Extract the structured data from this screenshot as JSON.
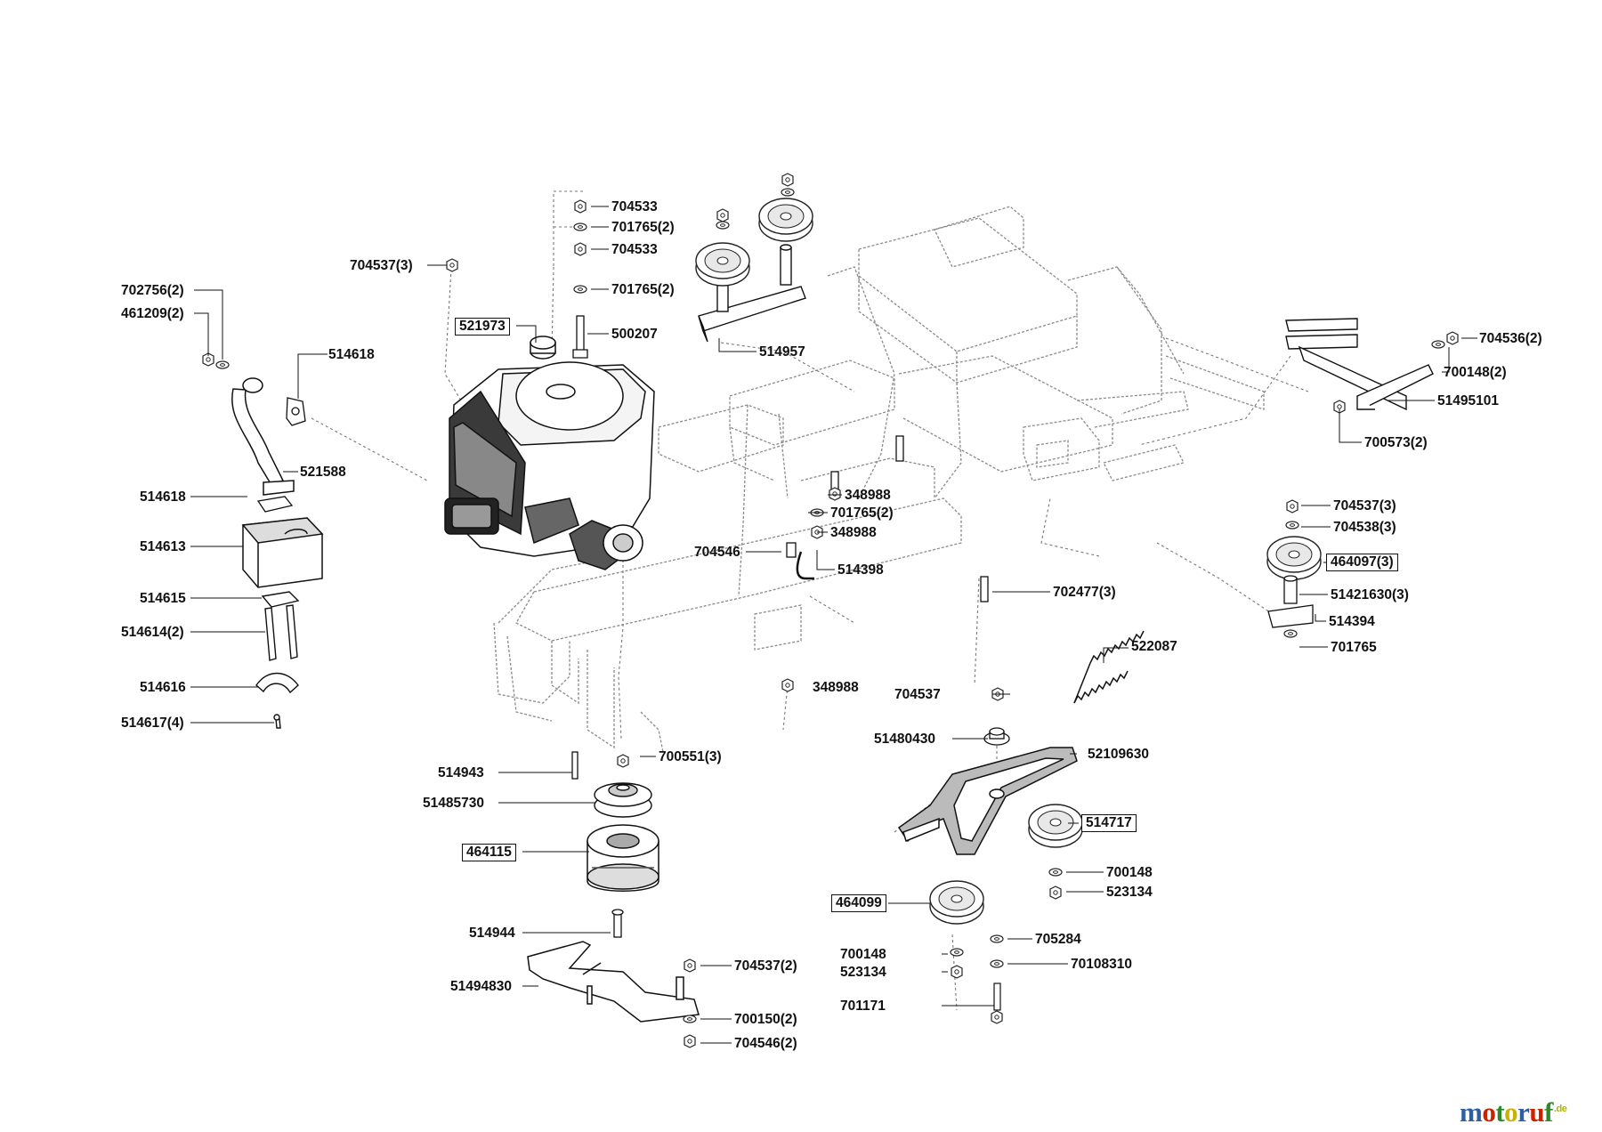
{
  "labels": [
    {
      "id": "l704533a",
      "text": "704533"
    },
    {
      "id": "l701765b",
      "text": "701765(2)"
    },
    {
      "id": "l704533c",
      "text": "704533"
    },
    {
      "id": "l704537_3a",
      "text": "704537(3)"
    },
    {
      "id": "l701765d",
      "text": "701765(2)"
    },
    {
      "id": "l702756",
      "text": "702756(2)"
    },
    {
      "id": "l461209",
      "text": "461209(2)"
    },
    {
      "id": "l521973",
      "text": "521973"
    },
    {
      "id": "l500207",
      "text": "500207"
    },
    {
      "id": "l514957",
      "text": "514957"
    },
    {
      "id": "l514618a",
      "text": "514618"
    },
    {
      "id": "l704536",
      "text": "704536(2)"
    },
    {
      "id": "l700148_2",
      "text": "700148(2)"
    },
    {
      "id": "l51495101",
      "text": "51495101"
    },
    {
      "id": "l700573",
      "text": "700573(2)"
    },
    {
      "id": "l521588",
      "text": "521588"
    },
    {
      "id": "l514618b",
      "text": "514618"
    },
    {
      "id": "l348988a",
      "text": "348988"
    },
    {
      "id": "l701765e",
      "text": "701765(2)"
    },
    {
      "id": "l348988b",
      "text": "348988"
    },
    {
      "id": "l704537_3b",
      "text": "704537(3)"
    },
    {
      "id": "l704538",
      "text": "704538(3)"
    },
    {
      "id": "l514613",
      "text": "514613"
    },
    {
      "id": "l704546",
      "text": "704546"
    },
    {
      "id": "l514398",
      "text": "514398"
    },
    {
      "id": "l464097",
      "text": "464097(3)"
    },
    {
      "id": "l51421630",
      "text": "51421630(3)"
    },
    {
      "id": "l702477",
      "text": "702477(3)"
    },
    {
      "id": "l514615",
      "text": "514615"
    },
    {
      "id": "l514394",
      "text": "514394"
    },
    {
      "id": "l514614",
      "text": "514614(2)"
    },
    {
      "id": "l701765f",
      "text": "701765"
    },
    {
      "id": "l522087",
      "text": "522087"
    },
    {
      "id": "l514616",
      "text": "514616"
    },
    {
      "id": "l348988c",
      "text": "348988"
    },
    {
      "id": "l704537s",
      "text": "704537"
    },
    {
      "id": "l514617",
      "text": "514617(4)"
    },
    {
      "id": "l51480430",
      "text": "51480430"
    },
    {
      "id": "l52109630",
      "text": "52109630"
    },
    {
      "id": "l514943",
      "text": "514943"
    },
    {
      "id": "l700551",
      "text": "700551(3)"
    },
    {
      "id": "l51485730",
      "text": "51485730"
    },
    {
      "id": "l514717",
      "text": "514717"
    },
    {
      "id": "l464115",
      "text": "464115"
    },
    {
      "id": "l700148a",
      "text": "700148"
    },
    {
      "id": "l523134a",
      "text": "523134"
    },
    {
      "id": "l464099",
      "text": "464099"
    },
    {
      "id": "l514944",
      "text": "514944"
    },
    {
      "id": "l705284",
      "text": "705284"
    },
    {
      "id": "l700148b",
      "text": "700148"
    },
    {
      "id": "l704537_2",
      "text": "704537(2)"
    },
    {
      "id": "l70108310",
      "text": "70108310"
    },
    {
      "id": "l523134b",
      "text": "523134"
    },
    {
      "id": "l51494830",
      "text": "51494830"
    },
    {
      "id": "l701171",
      "text": "701171"
    },
    {
      "id": "l700150",
      "text": "700150(2)"
    },
    {
      "id": "l704546_2",
      "text": "704546(2)"
    }
  ],
  "watermark": {
    "text": "motoruf",
    "suffix": ".de"
  }
}
